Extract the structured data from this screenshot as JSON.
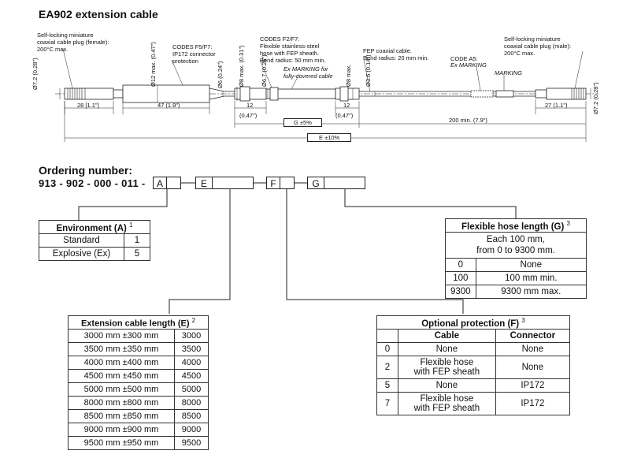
{
  "title": "EA902 extension cable",
  "diagram": {
    "plug_female": "Self-locking miniature\ncoaxial cable plug (female):\n200°C max.",
    "codes_f5_f7": "CODES F5/F7:\nIP172 connector\nprotection",
    "codes_f2_f7": "CODES F2/F7:\nFlexible stainless-steel\nhose with FEP sheath.\nBend radius: 50 mm min.",
    "ex_marking_fully": "Ex MARKING for\nfully-covered cable",
    "fep_cable": "FEP coaxial cable.\nBend radius: 20 mm min.",
    "code_a5": "CODE A5:",
    "ex_marking": "Ex MARKING",
    "marking": "MARKING",
    "plug_male": "Self-locking miniature\ncoaxial cable plug (male):\n200°C max.",
    "dim_d72_left": "Ø7.2",
    "dim_d72_left_in": "(0.28\")",
    "dim_d12": "Ø12 max.",
    "dim_d12_in": "(0.47\")",
    "dim_d6": "Ø6",
    "dim_d6_in": "(0.24\")",
    "dim_d8a": "Ø8 max. (0.31\")",
    "dim_d67": "Ø6.7",
    "dim_d67_in": "(0.26\")",
    "dim_d8b": "Ø8 max.",
    "dim_d36": "Ø3.6",
    "dim_d36_in": "(0.14\")",
    "dim_d72_right": "Ø7.2",
    "dim_d72_right_in": "(0.28\")",
    "dim_28": "28 [1.1\"]",
    "dim_47": "47 (1.9\")",
    "dim_12a": "12",
    "dim_12a_in": "(0.47\")",
    "dim_12b": "12",
    "dim_12b_in": "(0.47\")",
    "dim_27": "27 (1.1\")",
    "dim_200": "200 min. (7.9\")",
    "dim_g": "G ±5%",
    "dim_e": "E ±10%"
  },
  "ordering": {
    "label": "Ordering number:",
    "prefix": "913 - 902 - 000 - 011 -",
    "box_a": "A",
    "box_e": "E",
    "box_f": "F",
    "box_g": "G"
  },
  "environment": {
    "title": "Environment (A)",
    "note": "1",
    "rows": [
      {
        "label": "Standard",
        "code": "1"
      },
      {
        "label": "Explosive (Ex)",
        "code": "5"
      }
    ]
  },
  "hose_length": {
    "title": "Flexible hose length (G)",
    "note": "3",
    "description_line1": "Each 100 mm,",
    "description_line2": "from 0 to 9300 mm.",
    "rows": [
      {
        "code": "0",
        "label": "None"
      },
      {
        "code": "100",
        "label": "100 mm min."
      },
      {
        "code": "9300",
        "label": "9300 mm max."
      }
    ]
  },
  "extension_length": {
    "title": "Extension cable length (E)",
    "note": "2",
    "rows": [
      {
        "label": "3000 mm ±300 mm",
        "code": "3000"
      },
      {
        "label": "3500 mm ±350 mm",
        "code": "3500"
      },
      {
        "label": "4000 mm ±400 mm",
        "code": "4000"
      },
      {
        "label": "4500 mm ±450 mm",
        "code": "4500"
      },
      {
        "label": "5000 mm ±500 mm",
        "code": "5000"
      },
      {
        "label": "8000 mm ±800 mm",
        "code": "8000"
      },
      {
        "label": "8500 mm ±850 mm",
        "code": "8500"
      },
      {
        "label": "9000 mm ±900 mm",
        "code": "9000"
      },
      {
        "label": "9500 mm ±950 mm",
        "code": "9500"
      }
    ]
  },
  "optional_protection": {
    "title": "Optional protection (F)",
    "note": "3",
    "col_cable": "Cable",
    "col_connector": "Connector",
    "rows": [
      {
        "code": "0",
        "cable": "None",
        "connector": "None"
      },
      {
        "code": "2",
        "cable": "Flexible hose\nwith FEP sheath",
        "connector": "None"
      },
      {
        "code": "5",
        "cable": "None",
        "connector": "IP172"
      },
      {
        "code": "7",
        "cable": "Flexible hose\nwith FEP sheath",
        "connector": "IP172"
      }
    ]
  }
}
